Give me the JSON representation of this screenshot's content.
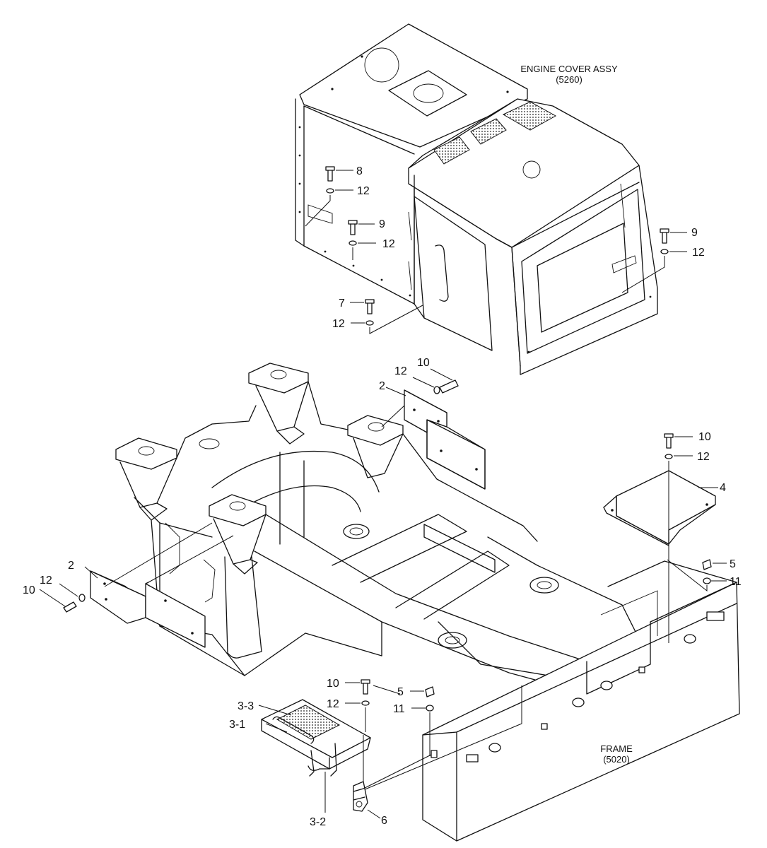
{
  "assemblies": {
    "engine_cover": {
      "name": "ENGINE COVER ASSY",
      "code": "(5260)"
    },
    "frame": {
      "name": "FRAME",
      "code": "(5020)"
    }
  },
  "callouts": {
    "c2_right": "2",
    "c2_left": "2",
    "c3_1": "3-1",
    "c3_2": "3-2",
    "c3_3": "3-3",
    "c4": "4",
    "c5_right": "5",
    "c5_bottom": "5",
    "c6": "6",
    "c7": "7",
    "c8": "8",
    "c9_left": "9",
    "c9_right": "9",
    "c10_plate": "10",
    "c10_right": "10",
    "c10_left": "10",
    "c10_bottom": "10",
    "c11_right": "11",
    "c11_bottom": "11",
    "c12_a": "12",
    "c12_b": "12",
    "c12_c": "12",
    "c12_d": "12",
    "c12_plate": "12",
    "c12_right": "12",
    "c12_left": "12",
    "c12_bottom": "12"
  }
}
